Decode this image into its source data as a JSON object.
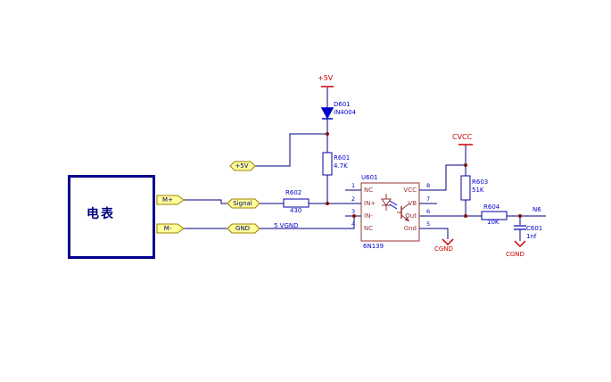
{
  "colors": {
    "wire": "#000080",
    "component_body": "#0000A0",
    "ic_body": "#993333",
    "power_label": "#CC0000",
    "ref_label": "#0000CC",
    "tag_fill": "#FFFF99",
    "tag_border": "#A08000",
    "meter_border": "#00008B"
  },
  "meter": {
    "label": "电表"
  },
  "tags": {
    "m_plus": "M+",
    "m_minus": "M-",
    "signal": "Signal",
    "gnd": "GND",
    "plus5v": "+5V"
  },
  "power": {
    "top_rail": "+5V",
    "cvcc": "CVCC",
    "cgnd_left": "CGND",
    "cgnd_right": "CGND"
  },
  "components": {
    "d601": {
      "ref": "D601",
      "value": "IN4004"
    },
    "r601": {
      "ref": "R601",
      "value": "4.7K"
    },
    "r602": {
      "ref": "R602",
      "value": "430"
    },
    "r603": {
      "ref": "R603",
      "value": "51K"
    },
    "r604": {
      "ref": "R604",
      "value": "10K"
    },
    "c601": {
      "ref": "C601",
      "value": "1nf"
    },
    "u601": {
      "ref": "U601",
      "value": "6N139"
    }
  },
  "ic": {
    "left_pins": [
      {
        "num": "1",
        "name": "NC"
      },
      {
        "num": "2",
        "name": "IN+"
      },
      {
        "num": "3",
        "name": "IN-"
      },
      {
        "num": "4",
        "name": "NC"
      }
    ],
    "right_pins": [
      {
        "num": "8",
        "name": "VCC"
      },
      {
        "num": "7",
        "name": "VB"
      },
      {
        "num": "6",
        "name": "Out"
      },
      {
        "num": "5",
        "name": "Gnd"
      }
    ]
  },
  "nets": {
    "vgnd": "5 VGND",
    "n6": "N6"
  }
}
